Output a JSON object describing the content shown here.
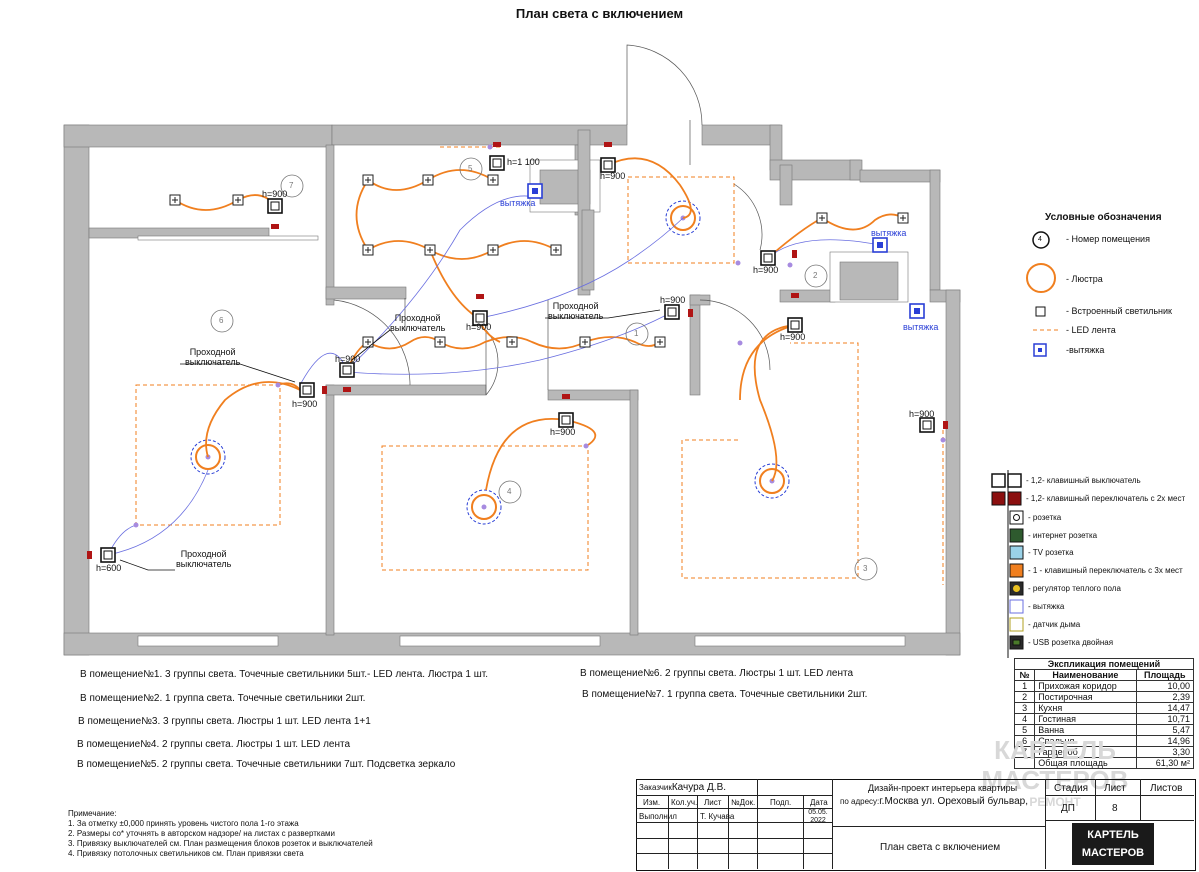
{
  "title": "План света с включением",
  "rooms": [
    "1",
    "2",
    "3",
    "4",
    "5",
    "6",
    "7"
  ],
  "heights": {
    "h1100": "h=1 100",
    "h900": "h=900",
    "h600": "h=600"
  },
  "labels": {
    "hood": "вытяжка",
    "pass_switch_line1": "Проходной",
    "pass_switch_line2": "выключатель"
  },
  "room_notes": [
    "В помещение№1. 3 группы света. Точечные светильники 5шт.- LED лента. Люстра 1 шт.",
    "В помещение№2. 1  группа света. Точечные светильники 2шт.",
    "В помещение№3. 3 группы света. Люстры 1 шт. LED лента 1+1",
    "В помещение№4. 2 группы света. Люстры 1 шт. LED лента",
    "В помещение№5. 2 группы света. Точечные светильники 7шт. Подсветка зеркало",
    "В помещение№6. 2 группы света. Люстры 1 шт. LED лента",
    "В помещение№7. 1  группа света. Точечные светильники 2шт."
  ],
  "legend": {
    "title": "Условные обозначения",
    "items": [
      "- Номер помещения",
      "- Люстра",
      "- Встроенный светильник",
      "- LED лента",
      "-вытяжка"
    ],
    "room_num_sample": "4"
  },
  "symbols": [
    "- 1,2- клавишный выключатель",
    "- 1,2- клавишный переключатель с 2х мест",
    "- розетка",
    "- интернет розетка",
    "- TV розетка",
    "- 1 - клавишный переключатель с 3х мест",
    "- регулятор теплого пола",
    "- вытяжка",
    "- датчик дыма",
    "- USB розетка двойная"
  ],
  "explication": {
    "title": "Экспликация помещений",
    "headers": [
      "№",
      "Наименование",
      "Площадь"
    ],
    "rows": [
      [
        "1",
        "Прихожая коридор",
        "10,00"
      ],
      [
        "2",
        "Постирочная",
        "2,39"
      ],
      [
        "3",
        "Кухня",
        "14,47"
      ],
      [
        "4",
        "Гостиная",
        "10,71"
      ],
      [
        "5",
        "Ванна",
        "5,47"
      ],
      [
        "6",
        "Спальня",
        "14,96"
      ],
      [
        "7",
        "Гардероб",
        "3,30"
      ]
    ],
    "total_label": "Общая площадь",
    "total_value": "61,30 м²"
  },
  "notes": {
    "title": "Примечание:",
    "lines": [
      "1. За отметку ±0,000 принять уровень чистого пола 1-го этажа",
      "2. Размеры со* уточнять в авторском надзоре/ на листах с развертками",
      "3. Привязку выключателей см. План размещения блоков розеток и выключателей",
      "4. Привязку потолочных светильников см. План привязки света"
    ]
  },
  "stamp": {
    "customer_label": "Заказчик",
    "customer": "Качура Д.В.",
    "cols": [
      "Изм.",
      "Кол.уч.",
      "Лист",
      "№Док.",
      "Подп.",
      "Дата"
    ],
    "performed_label": "Выполнил",
    "performer": "Т. Кучава",
    "date": "05.05. 2022",
    "project": "Дизайн-проект интерьера квартиры",
    "address_label": "по адресу:",
    "address": "г.Москва ул. Ореховый бульвар,",
    "stage_label": "Стадия",
    "sheet_label": "Лист",
    "sheets_label": "Листов",
    "stage": "ДП",
    "sheet": "8",
    "sheet_title": "План света с включением"
  },
  "logo": {
    "line1": "КАРТЕЛЬ",
    "line2": "МАСТЕРОВ",
    "watermark1": "КАРТЕЛЬ",
    "watermark2": "МАСТЕРОВ",
    "watermark3": "РЕМОНТ"
  },
  "colors": {
    "wall": "#b8b8b8",
    "orange": "#f07f1f",
    "blue": "#2a3fd6",
    "red": "#b01515"
  }
}
